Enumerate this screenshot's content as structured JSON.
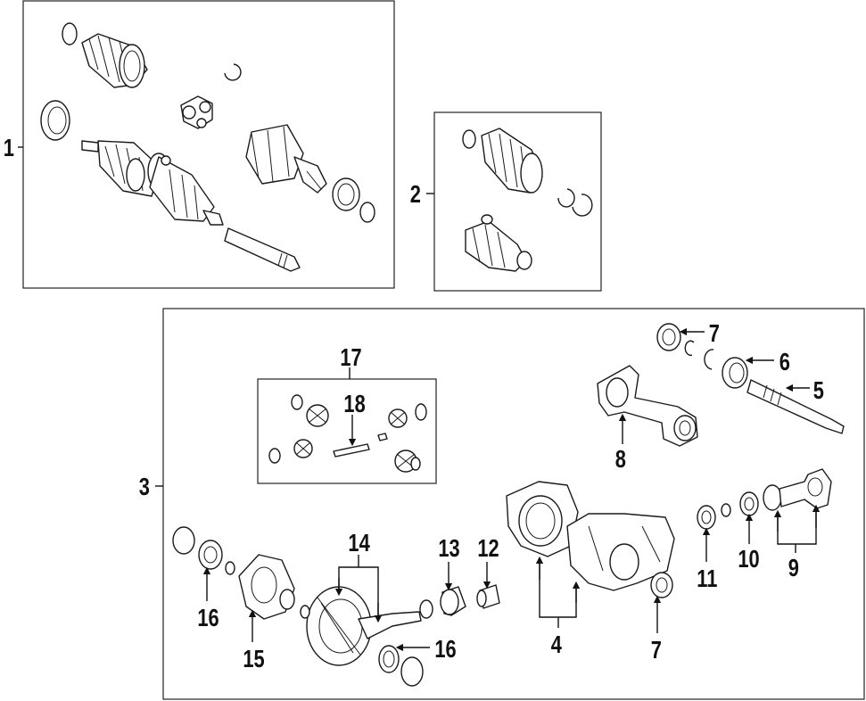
{
  "callouts": {
    "c1": "1",
    "c2": "2",
    "c3": "3",
    "c4": "4",
    "c5": "5",
    "c6": "6",
    "c7a": "7",
    "c7b": "7",
    "c8": "8",
    "c9": "9",
    "c10": "10",
    "c11": "11",
    "c12": "12",
    "c13": "13",
    "c14": "14",
    "c15": "15",
    "c16a": "16",
    "c16b": "16",
    "c17": "17",
    "c18": "18"
  },
  "colors": {
    "line": "#1a1a1a",
    "background": "#ffffff"
  }
}
